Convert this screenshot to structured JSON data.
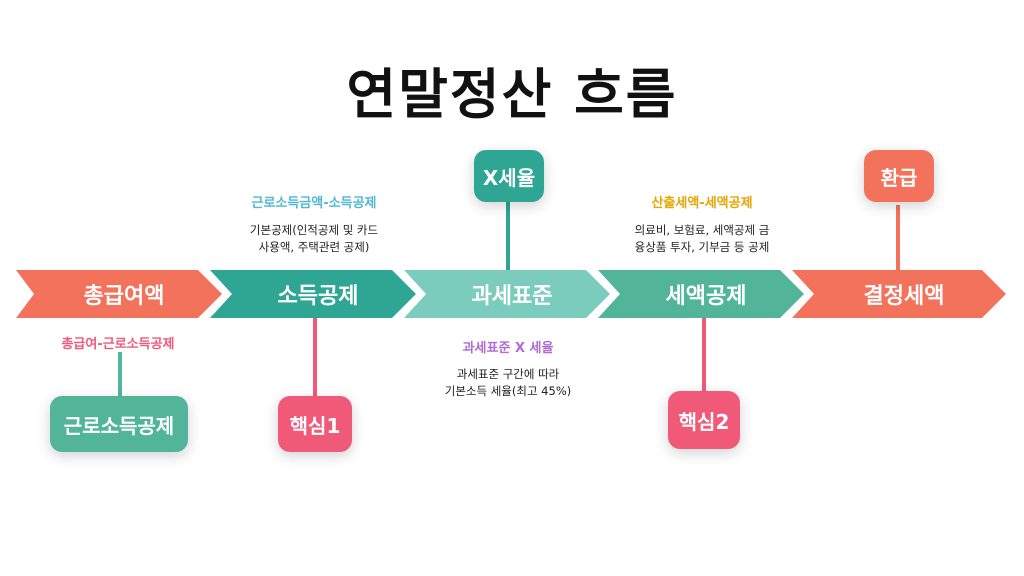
{
  "title": "연말정산 흐름",
  "colors": {
    "salmon": "#F3725C",
    "teal": "#2FA594",
    "light_teal": "#7CCCBE",
    "sea": "#52B59A",
    "pink": "#F05A78",
    "sky": "#4FB8D9",
    "gold": "#E8A400",
    "purple": "#B26BD6"
  },
  "steps": [
    {
      "label": "총급여액"
    },
    {
      "label": "소득공제"
    },
    {
      "label": "과세표준"
    },
    {
      "label": "세액공제"
    },
    {
      "label": "결정세액"
    }
  ],
  "badges": {
    "tax_rate": "X세율",
    "refund": "환급",
    "earned_income_deduction": "근로소득공제",
    "key1": "핵심1",
    "key2": "핵심2"
  },
  "annotations": {
    "income_formula": "근로소득금액-소득공제",
    "income_detail_line1": "기본공제(인적공제 및 카드",
    "income_detail_line2": "사용액, 주택관련 공제)",
    "credit_formula": "산출세액-세액공제",
    "credit_detail_line1": "의료비, 보험료, 세액공제 금",
    "credit_detail_line2": "융상품 투자, 기부금 등 공제",
    "gross_formula": "총급여-근로소득공제",
    "base_formula": "과세표준 X 세율",
    "base_detail_line1": "과세표준 구간에 따라",
    "base_detail_line2": "기본소득 세율(최고 45%)"
  }
}
